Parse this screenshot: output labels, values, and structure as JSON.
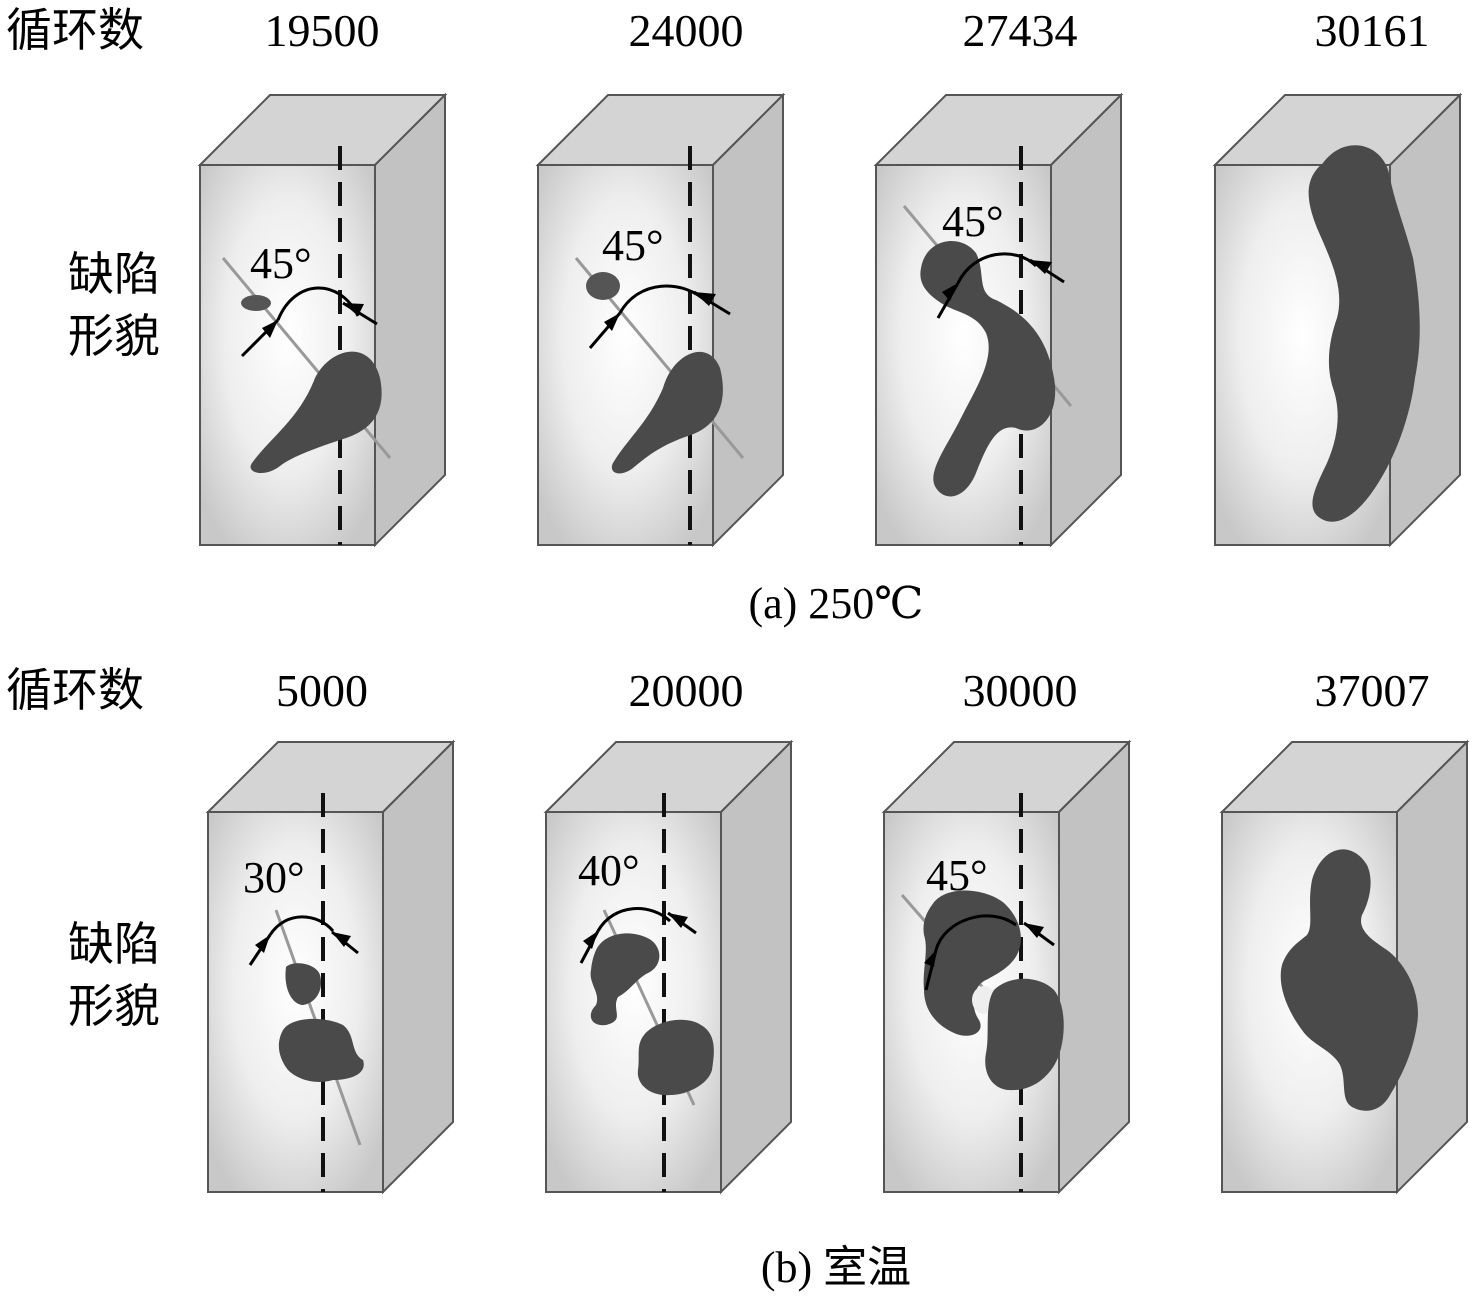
{
  "panels": [
    {
      "cycle_label": "循环数",
      "defect_label_line1": "缺陷",
      "defect_label_line2": "形貌",
      "caption": "(a) 250℃",
      "items": [
        {
          "cycles": "19500",
          "angle": "45°"
        },
        {
          "cycles": "24000",
          "angle": "45°"
        },
        {
          "cycles": "27434",
          "angle": "45°"
        },
        {
          "cycles": "30161",
          "angle": ""
        }
      ]
    },
    {
      "cycle_label": "循环数",
      "defect_label_line1": "缺陷",
      "defect_label_line2": "形貌",
      "caption": "(b) 室温",
      "items": [
        {
          "cycles": "5000",
          "angle": "30°"
        },
        {
          "cycles": "20000",
          "angle": "40°"
        },
        {
          "cycles": "30000",
          "angle": "45°"
        },
        {
          "cycles": "37007",
          "angle": ""
        }
      ]
    }
  ],
  "colors": {
    "box_face": "#d9d9d9",
    "box_side": "#c4c4c4",
    "box_top": "#cfcfcf",
    "defect": "#4a4a4a"
  }
}
